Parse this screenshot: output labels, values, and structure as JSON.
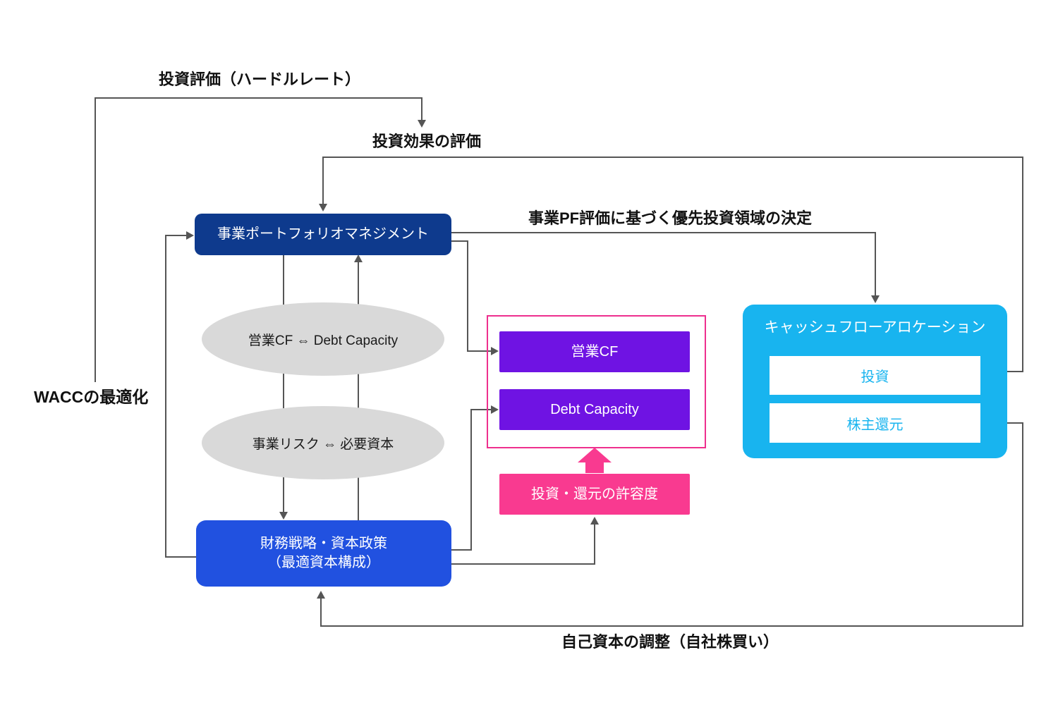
{
  "colors": {
    "navy_box": "#0e3a8d",
    "blue_box": "#2151e0",
    "purple_box": "#6f13e3",
    "pink_box": "#f93a90",
    "pink_frame_border": "#ee2f8e",
    "cyan_box": "#18b4ef",
    "ellipse_fill": "#d9d9d9",
    "connector_line": "#555555",
    "label_text": "#111111"
  },
  "labels": {
    "hurdle_rate": "投資評価（ハードルレート）",
    "investment_effect": "投資効果の評価",
    "pf_decision": "事業PF評価に基づく優先投資領域の決定",
    "wacc": "WACCの最適化",
    "equity_adjustment": "自己資本の調整（自社株買い）"
  },
  "nodes": {
    "business_portfolio": {
      "label": "事業ポートフォリオマネジメント"
    },
    "cf_debt_link": {
      "label": "営業CF ⇔ Debt Capacity"
    },
    "risk_capital_link": {
      "label": "事業リスク ⇔ 必要資本"
    },
    "finance_strategy": {
      "label_line1": "財務戦略・資本政策",
      "label_line2": "（最適資本構成）"
    },
    "operating_cf": {
      "label": "営業CF"
    },
    "debt_capacity": {
      "label": "Debt Capacity"
    },
    "tolerance": {
      "label": "投資・還元の許容度"
    },
    "cf_allocation": {
      "title": "キャッシュフローアロケーション",
      "investment": "投資",
      "shareholder_return": "株主還元"
    }
  }
}
